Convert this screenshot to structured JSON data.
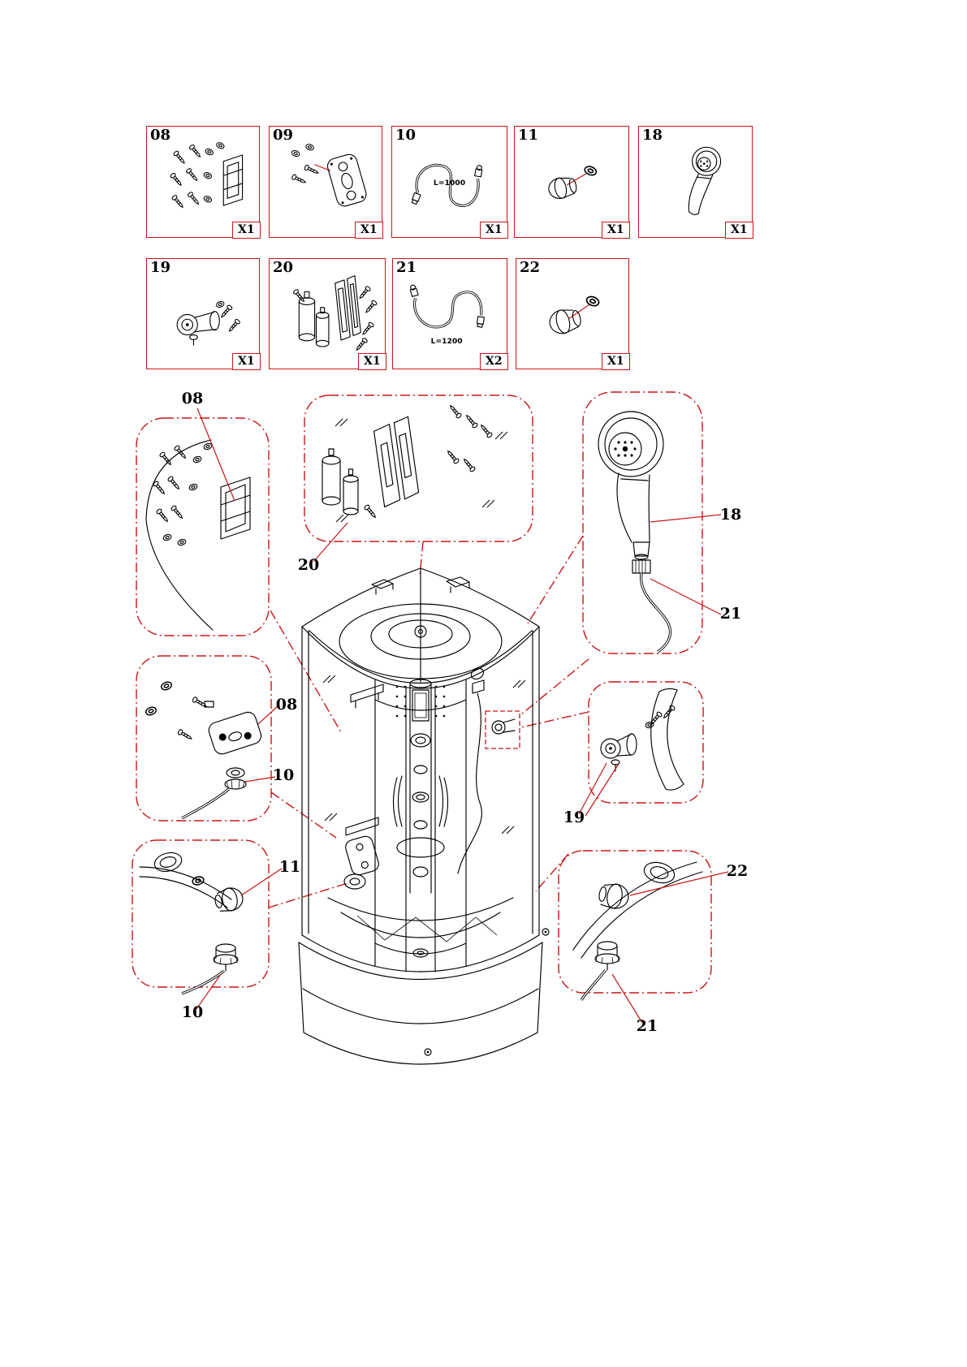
{
  "colors": {
    "accent_red": "#c81616",
    "line_black": "#000000",
    "background": "#ffffff"
  },
  "parts": [
    {
      "id": "08",
      "qty": "X1",
      "drawing": "wall-bar-with-screws"
    },
    {
      "id": "09",
      "qty": "X1",
      "drawing": "mounting-plate-with-screws"
    },
    {
      "id": "10",
      "qty": "X1",
      "drawing": "shower-hose",
      "length_label": "L=1000"
    },
    {
      "id": "11",
      "qty": "X1",
      "drawing": "inlet-cap-with-washer"
    },
    {
      "id": "18",
      "qty": "X1",
      "drawing": "hand-shower"
    },
    {
      "id": "19",
      "qty": "X1",
      "drawing": "valve-with-screws"
    },
    {
      "id": "20",
      "qty": "X1",
      "drawing": "dispenser-rack-with-screws"
    },
    {
      "id": "21",
      "qty": "X2",
      "drawing": "shower-hose",
      "length_label": "L=1200"
    },
    {
      "id": "22",
      "qty": "X1",
      "drawing": "inlet-cap-with-washer"
    }
  ],
  "callouts": [
    "08",
    "20",
    "18",
    "21",
    "08",
    "10",
    "11",
    "19",
    "22",
    "10",
    "21"
  ]
}
